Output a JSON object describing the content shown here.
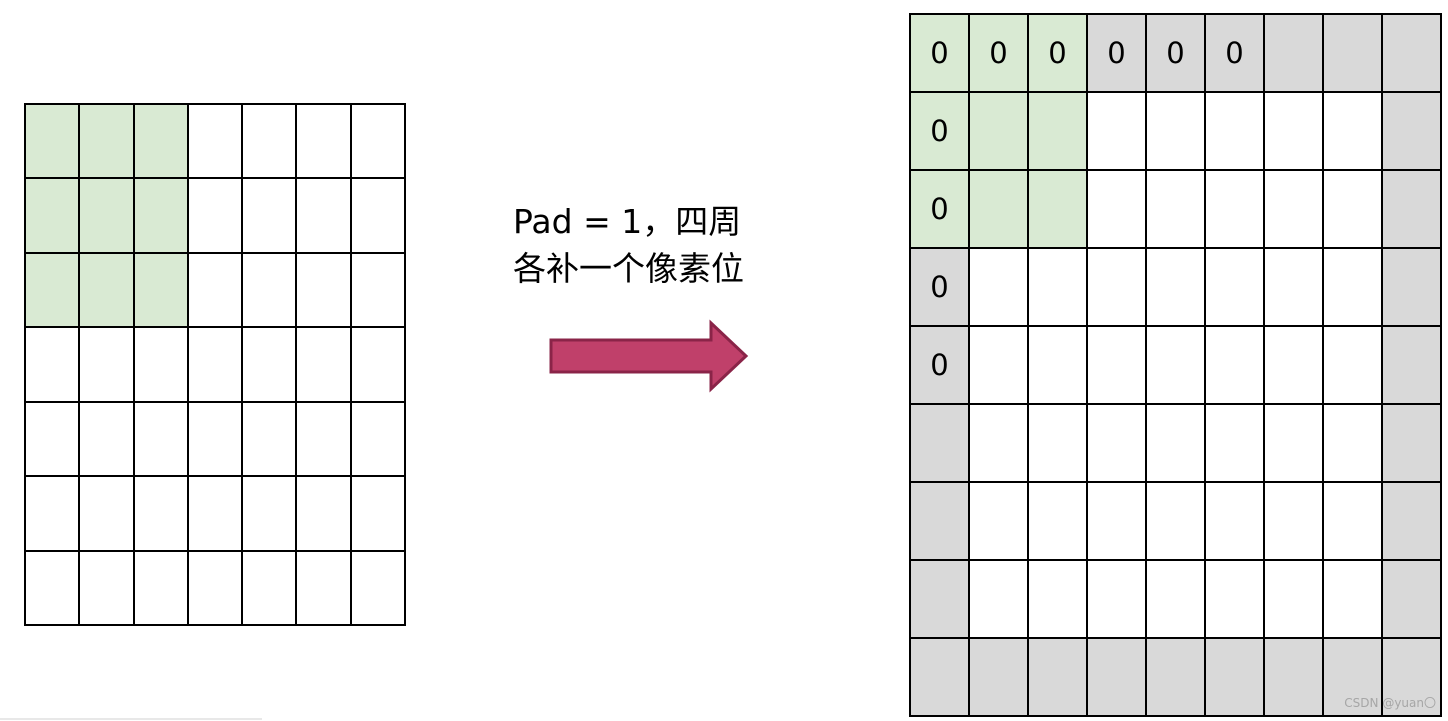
{
  "caption": {
    "line1": "Pad = 1，四周",
    "line2": "各补一个像素位"
  },
  "left_grid": {
    "rows": 7,
    "cols": 7,
    "kernel_rows": 3,
    "kernel_cols": 3
  },
  "right_grid": {
    "rows": 9,
    "cols": 9,
    "kernel_rows": 3,
    "kernel_cols": 3,
    "zero_label": "0",
    "top_row_zero_count": 6,
    "left_col_zero_count": 5
  },
  "colors": {
    "kernel_fill": "#d9ead3",
    "padding_fill": "#d9d9d9",
    "arrow_fill": "#c0406a",
    "arrow_stroke": "#8a2448"
  },
  "watermark": "CSDN @yuan〇"
}
